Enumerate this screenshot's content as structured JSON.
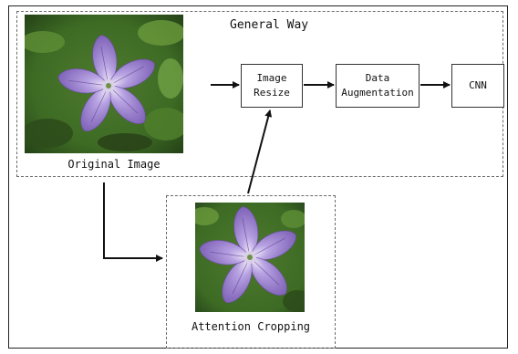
{
  "diagram": {
    "general_way_label": "General Way",
    "original_image_label": "Original Image",
    "attention_cropping_label": "Attention Cropping",
    "nodes": {
      "image_resize": "Image\nResize",
      "data_augmentation": "Data\nAugmentation",
      "cnn": "CNN"
    },
    "colors": {
      "petal": "#8d70c4",
      "petal_light": "#b7a2e2",
      "vein": "#5a3f8a",
      "foliage": "#3d6b24",
      "foliage_dark": "#203a14",
      "frame": "#222222",
      "dashed": "#6a6a6a"
    },
    "icons": {
      "photo_original": "flower-photo-icon",
      "photo_cropped": "flower-photo-icon"
    }
  }
}
